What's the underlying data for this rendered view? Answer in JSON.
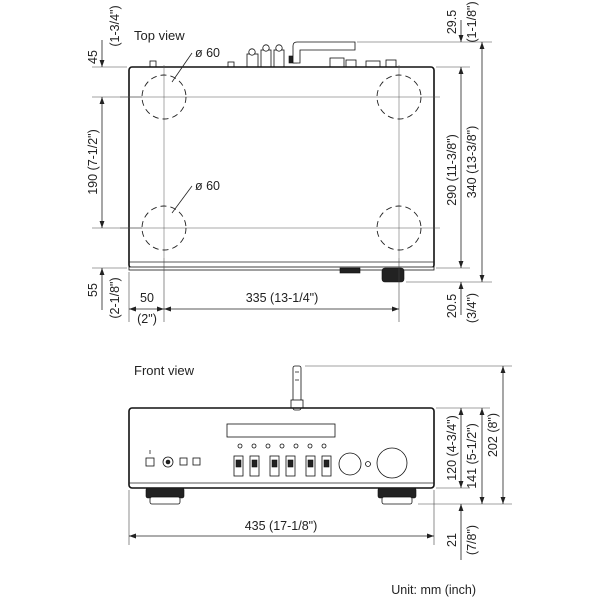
{
  "views": {
    "top": "Top view",
    "front": "Front view"
  },
  "top_view": {
    "diameter_upper": "ø 60",
    "diameter_lower": "ø 60",
    "dim_45_mm": "45",
    "dim_45_in": "(1-3/4\")",
    "dim_190": "190 (7-1/2\")",
    "dim_55_mm": "55",
    "dim_55_in": "(2-1/8\")",
    "dim_50_mm": "50",
    "dim_50_in": "(2\")",
    "dim_335": "335 (13-1/4\")",
    "dim_29_5_mm": "29.5",
    "dim_29_5_in": "(1-1/8\")",
    "dim_290": "290 (11-3/8\")",
    "dim_340": "340 (13-3/8\")",
    "dim_20_5_mm": "20.5",
    "dim_20_5_in": "(3/4\")"
  },
  "front_view": {
    "dim_120": "120 (4-3/4\")",
    "dim_141": "141 (5-1/2\")",
    "dim_202": "202 (8\")",
    "dim_435": "435 (17-1/8\")",
    "dim_21_mm": "21",
    "dim_21_in": "(7/8\")"
  },
  "unit_note": "Unit: mm (inch)"
}
